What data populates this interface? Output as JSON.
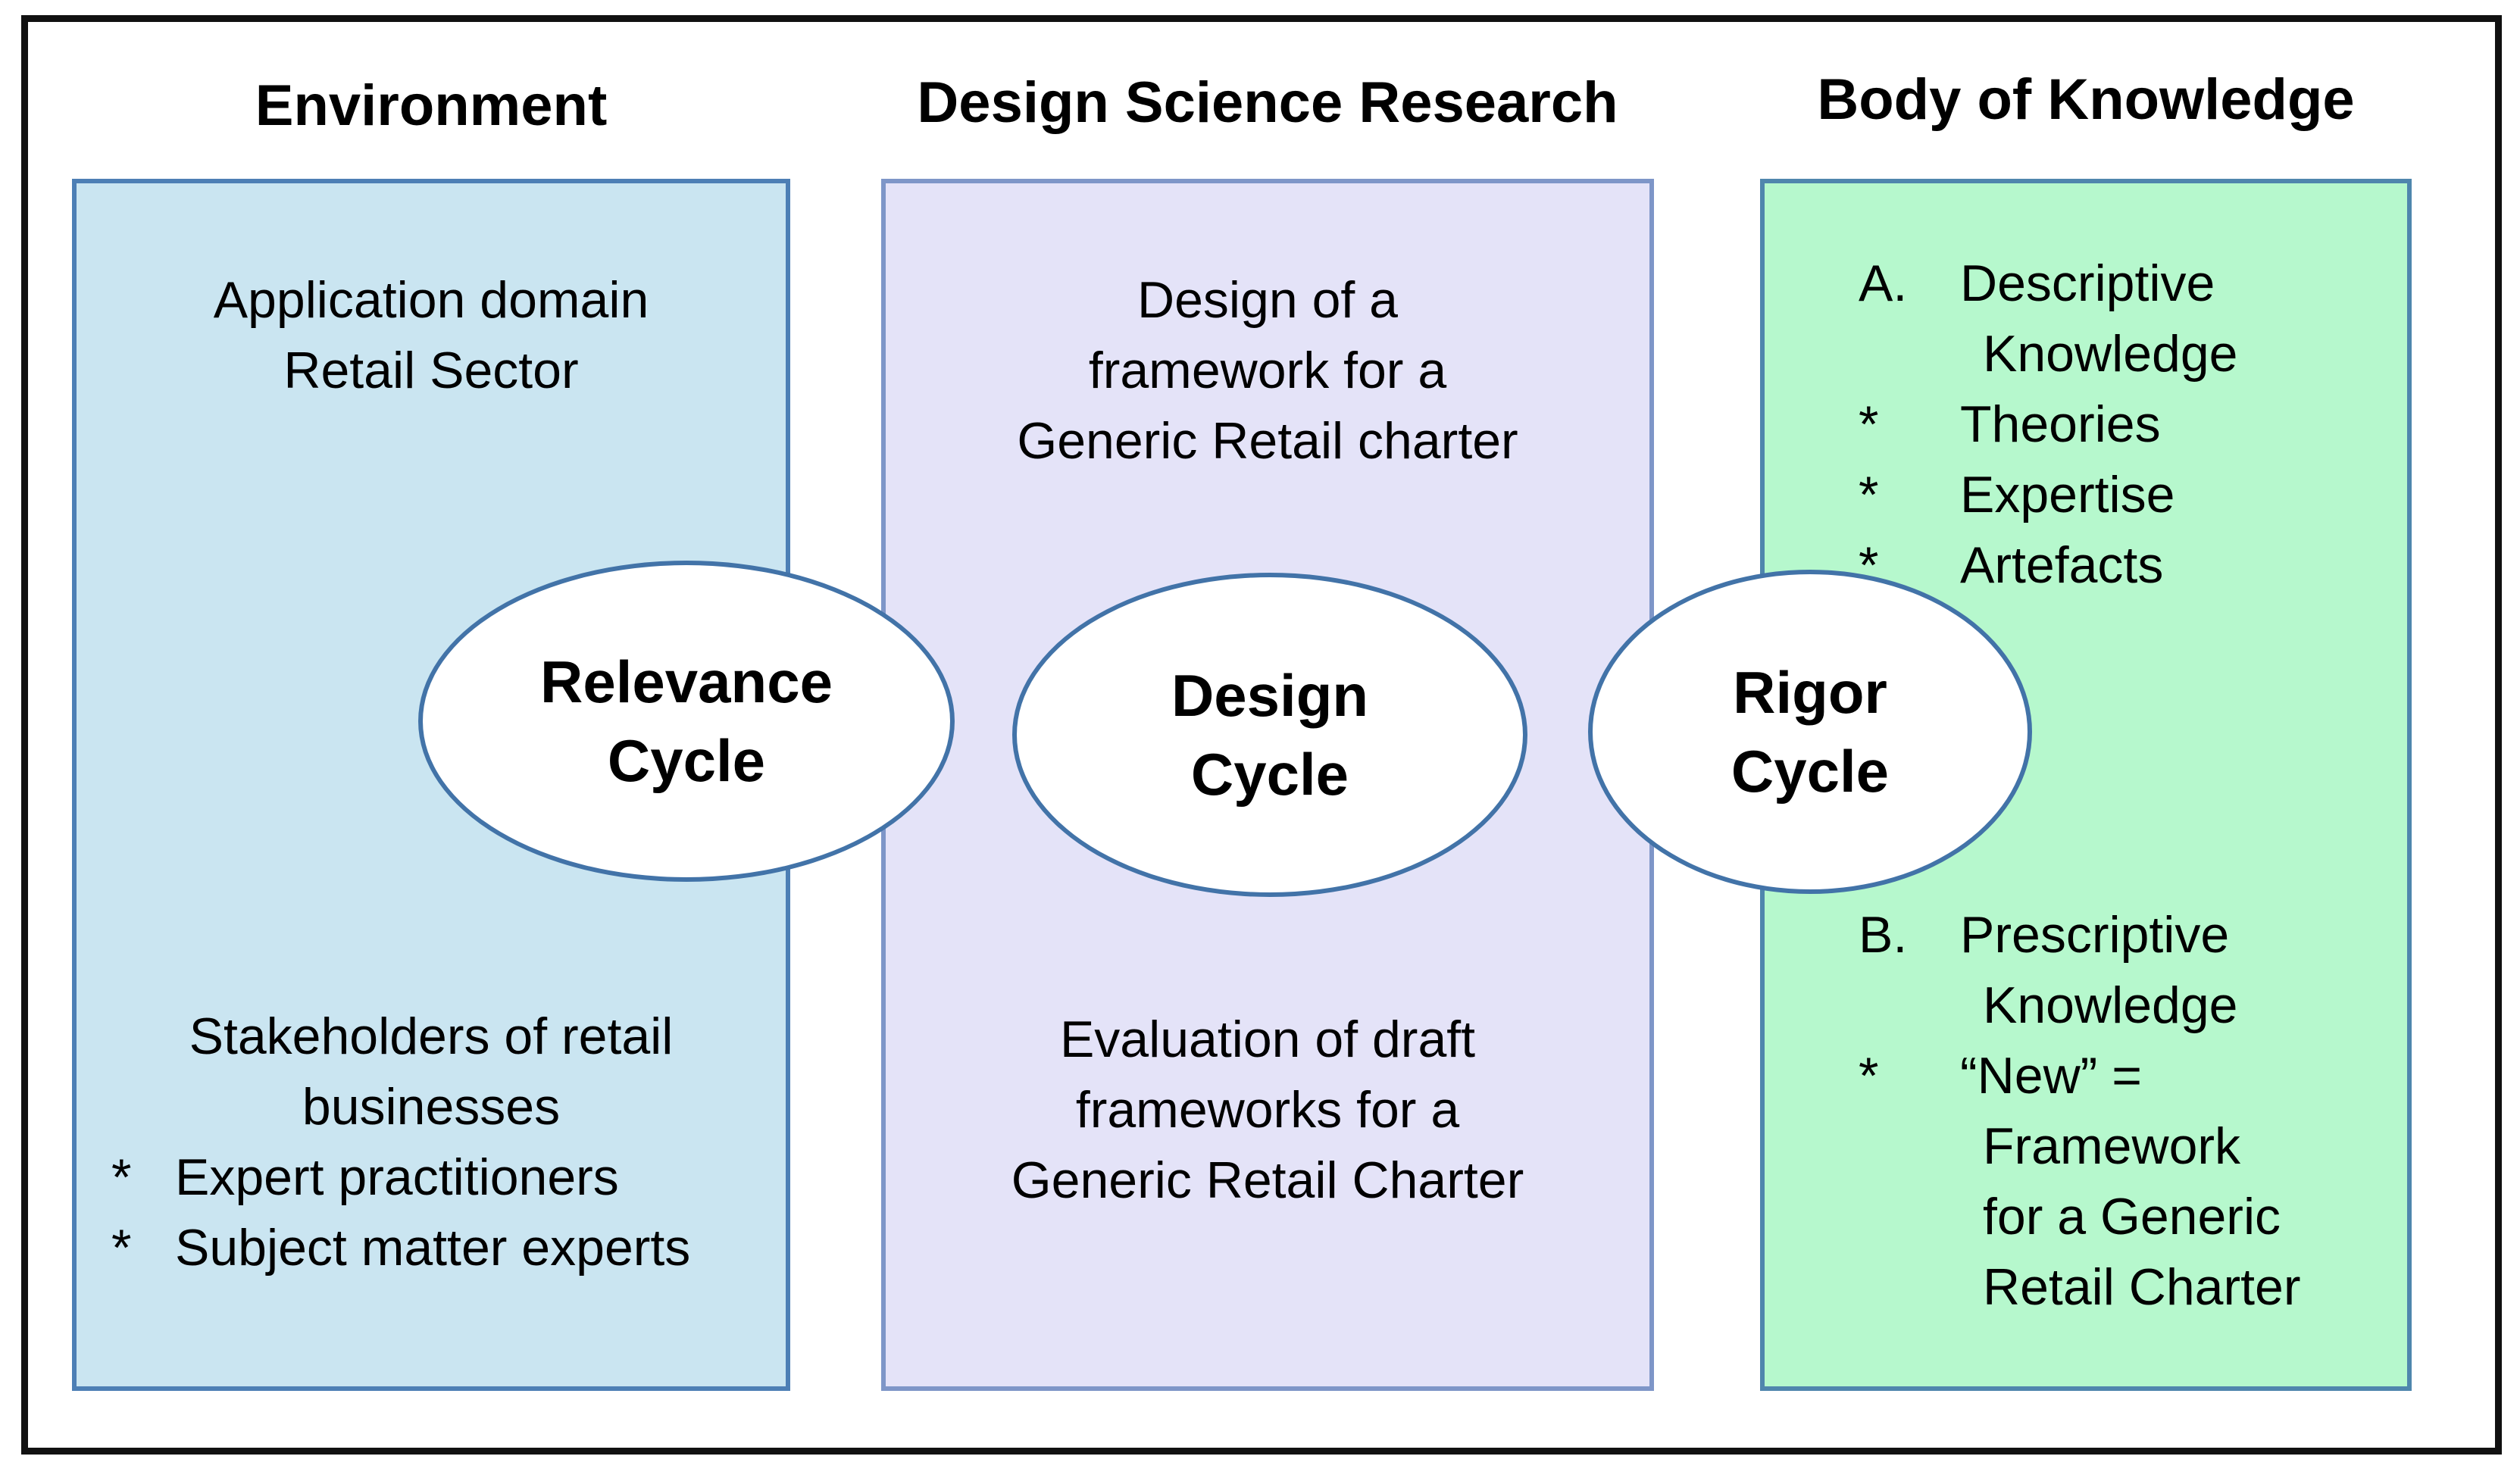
{
  "headers": {
    "environment": "Environment",
    "design_science_research": "Design Science Research",
    "body_of_knowledge": "Body of Knowledge"
  },
  "environment_box": {
    "top_lines": [
      "Application domain",
      "Retail Sector"
    ],
    "bottom_lines": [
      "Stakeholders of retail",
      "businesses"
    ],
    "bullets": [
      {
        "marker": "*",
        "text": "Expert practitioners"
      },
      {
        "marker": "*",
        "text": "Subject matter experts"
      }
    ]
  },
  "dsr_box": {
    "top_lines": [
      "Design of a",
      "framework for a",
      "Generic Retail charter"
    ],
    "bottom_lines": [
      "Evaluation of draft",
      "frameworks for a",
      "Generic Retail Charter"
    ]
  },
  "bok_box": {
    "section_a": {
      "rows": [
        {
          "marker": "A.",
          "text": "Descriptive"
        },
        {
          "marker": "",
          "text": "Knowledge"
        },
        {
          "marker": "*",
          "text": "Theories"
        },
        {
          "marker": "*",
          "text": "Expertise"
        },
        {
          "marker": "*",
          "text": "Artefacts"
        }
      ]
    },
    "section_b": {
      "rows": [
        {
          "marker": "B.",
          "text": "Prescriptive"
        },
        {
          "marker": "",
          "text": "Knowledge"
        },
        {
          "marker": "*",
          "text": "“New” ="
        },
        {
          "marker": "",
          "text": "Framework"
        },
        {
          "marker": "",
          "text": "for a Generic"
        },
        {
          "marker": "",
          "text": "Retail Charter"
        }
      ]
    }
  },
  "cycles": {
    "relevance": [
      "Relevance",
      "Cycle"
    ],
    "design": [
      "Design",
      "Cycle"
    ],
    "rigor": [
      "Rigor",
      "Cycle"
    ]
  },
  "colors": {
    "frame-border": "#111111",
    "env-fill": "#cae5f1",
    "env-border": "#4d7fb5",
    "dsr-fill": "#e4e3f8",
    "dsr-border": "#7e96c8",
    "bok-fill": "#b6f8cd",
    "bok-border": "#4f86ad",
    "ellipse-border": "#4273a8",
    "text": "#000000"
  }
}
